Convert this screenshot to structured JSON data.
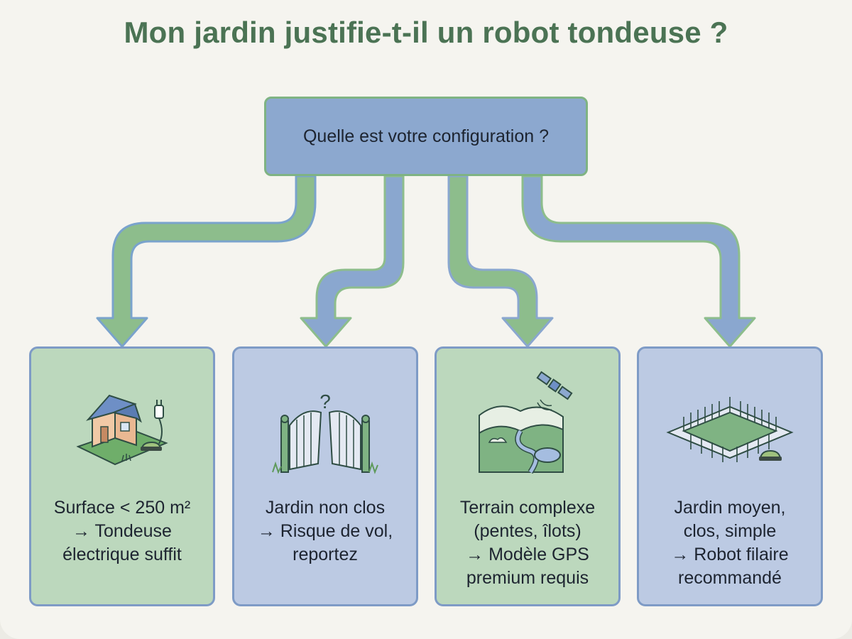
{
  "title": "Mon jardin justifie-t-il un robot tondeuse ?",
  "root_question": "Quelle est votre configuration ?",
  "colors": {
    "green_fill": "#bcd8bd",
    "blue_fill": "#bccae3",
    "arrow_green": "#8dbd8c",
    "arrow_blue": "#8aa7cf",
    "title": "#4b7354"
  },
  "cards": [
    {
      "theme": "green",
      "icon": "house-with-mower-icon",
      "lines": [
        "Surface < 250 m²",
        "→ Tondeuse",
        "électrique suffit"
      ]
    },
    {
      "theme": "blue",
      "icon": "open-gate-question-icon",
      "question_mark": "?",
      "lines": [
        "Jardin non clos",
        "→ Risque de vol,",
        "reportez"
      ]
    },
    {
      "theme": "green",
      "icon": "satellite-terrain-icon",
      "lines": [
        "Terrain complexe",
        "(pentes, îlots)",
        "→ Modèle GPS",
        "premium requis"
      ]
    },
    {
      "theme": "blue",
      "icon": "fenced-lawn-icon",
      "lines": [
        "Jardin moyen,",
        "clos, simple",
        "→ Robot filaire",
        "recommandé"
      ]
    }
  ]
}
